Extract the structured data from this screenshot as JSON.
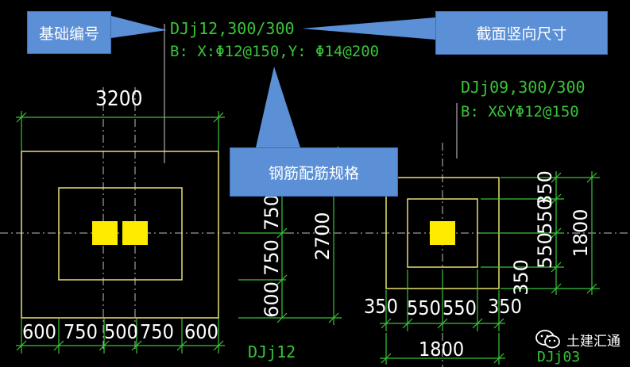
{
  "callouts": {
    "foundation_number": "基础编号",
    "section_vertical_size": "截面竖向尺寸",
    "rebar_spec": "钢筋配筋规格"
  },
  "footing1": {
    "label_line1": "DJj12,300/300",
    "label_line2": "B: X:Φ12@150,Y: Φ14@200",
    "width_top": "3200",
    "bottom_dims": [
      "600",
      "750",
      "500",
      "750",
      "600"
    ],
    "right_dims": [
      "750",
      "750",
      "600"
    ],
    "height_total": "2700",
    "tag": "DJj12"
  },
  "footing2": {
    "label_line1": "DJj09,300/300",
    "label_line2": "B: X&YΦ12@150",
    "bottom_dims": [
      "350",
      "550",
      "550",
      "350"
    ],
    "width_bottom": "1800",
    "right_dims": [
      "350",
      "550",
      "550",
      "350"
    ],
    "height_total": "1800",
    "tag": "DJj03"
  },
  "watermark": {
    "text": "土建汇通",
    "icon": "wechat-icon"
  },
  "colors": {
    "background": "#000000",
    "cad_green": "#39c439",
    "cad_yellow": "#e8e070",
    "column_yellow": "#ffeb00",
    "dim_white": "#ffffff",
    "callout_blue": "#5b8fd6"
  }
}
